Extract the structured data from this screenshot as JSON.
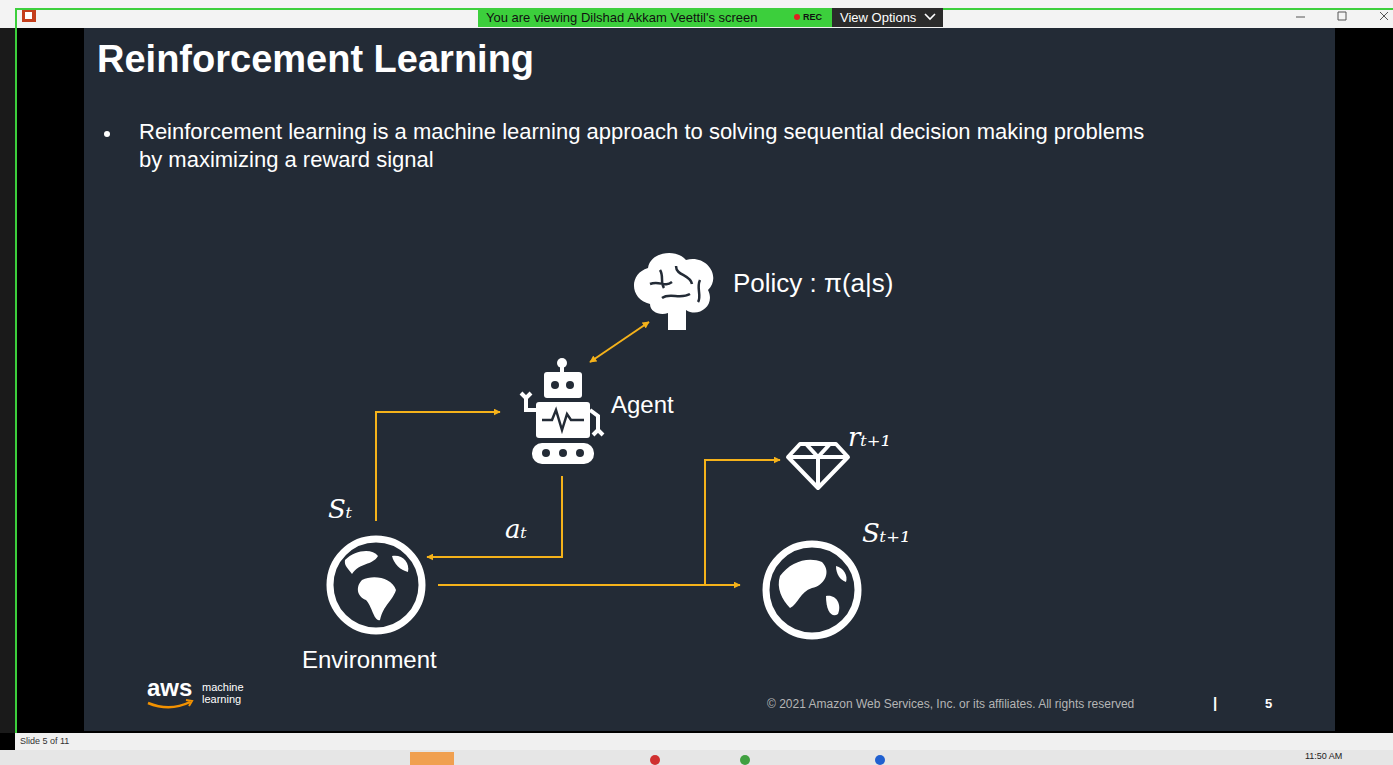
{
  "diagram": {
    "title": "Reinforcement Learning",
    "nodes": [
      {
        "text": [
          "Policy : π(a|s)"
        ]
      },
      {
        "text": [
          "Agent"
        ]
      },
      {
        "text": [
          "rₜ₊₁"
        ]
      },
      {
        "text": [
          "Environment"
        ]
      },
      {
        "text": [
          "Sₜ₊₁"
        ]
      }
    ],
    "edges": [
      {
        "from": 3,
        "to": 1,
        "arrow": "to",
        "label": "Sₜ"
      },
      {
        "from": 1,
        "to": 3,
        "arrow": "to",
        "label": "aₜ"
      },
      {
        "from": 1,
        "to": 0,
        "arrow": "both"
      },
      {
        "from": 3,
        "to": 2,
        "arrow": "to"
      },
      {
        "from": 3,
        "to": 4,
        "arrow": "to"
      }
    ],
    "labels": [
      "You are viewing Dilshad Akkam Veettil's screen",
      "REC",
      "View Options",
      "Reinforcement learning is a machine learning approach to solving sequential decision making problems by maximizing a reward signal",
      "aws",
      "machine learning",
      "© 2021 Amazon Web Services, Inc. or its affiliates. All rights reserved",
      "|",
      "5",
      "Slide 5 of 11",
      "11:50 AM"
    ]
  }
}
